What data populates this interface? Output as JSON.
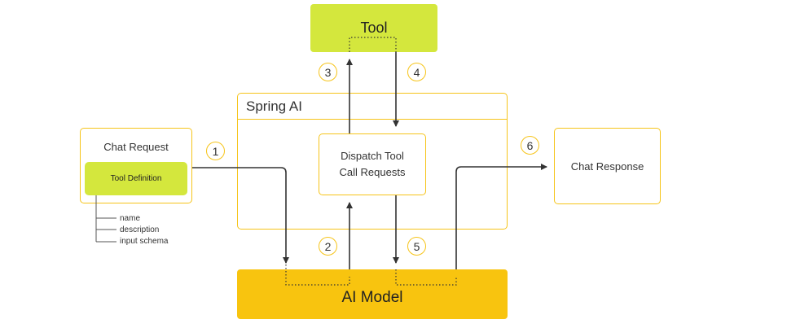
{
  "tool": {
    "label": "Tool"
  },
  "spring_ai": {
    "title": "Spring AI"
  },
  "dispatch": {
    "line1": "Dispatch Tool",
    "line2": "Call Requests"
  },
  "chat_request": {
    "title": "Chat Request",
    "tool_definition": {
      "label": "Tool Definition",
      "properties": [
        "name",
        "description",
        "input schema"
      ]
    }
  },
  "chat_response": {
    "label": "Chat Response"
  },
  "ai_model": {
    "label": "AI Model"
  },
  "steps": [
    "1",
    "2",
    "3",
    "4",
    "5",
    "6"
  ],
  "colors": {
    "tool_fill": "#d4e73d",
    "ai_model_fill": "#f8c40f",
    "outline": "#f6c41a",
    "arrow": "#333333"
  }
}
